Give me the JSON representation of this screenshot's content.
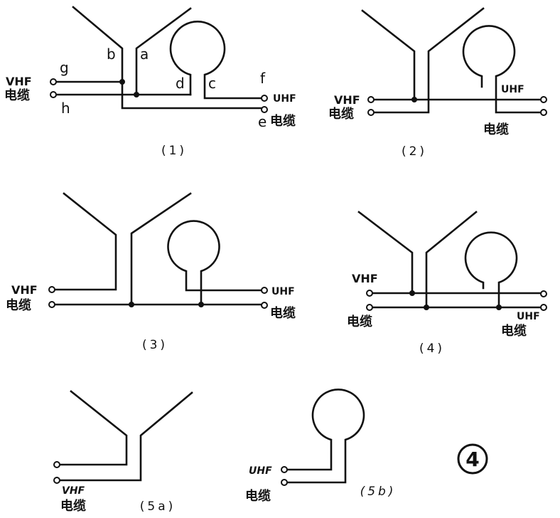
{
  "colors": {
    "ink": "#111111",
    "background": "#ffffff"
  },
  "figure_number": "4",
  "diagram_1": {
    "caption": "(1)",
    "vhf": "VHF",
    "cable_left": "电缆",
    "uhf": "UHF",
    "cable_right": "电缆",
    "labels": {
      "a": "a",
      "b": "b",
      "c": "c",
      "d": "d",
      "e": "e",
      "f": "f",
      "g": "g",
      "h": "h"
    }
  },
  "diagram_2": {
    "caption": "(2)",
    "vhf": "VHF",
    "cable_left": "电缆",
    "uhf": "UHF",
    "cable_right": "电缆"
  },
  "diagram_3": {
    "caption": "(3)",
    "vhf": "VHF",
    "cable_left": "电缆",
    "uhf": "UHF",
    "cable_right": "电缆"
  },
  "diagram_4": {
    "caption": "(4)",
    "vhf": "VHF",
    "cable_left": "电缆",
    "uhf": "UHF",
    "cable_right": "电缆"
  },
  "diagram_5a": {
    "caption": "(5a)",
    "vhf": "VHF",
    "cable": "电缆"
  },
  "diagram_5b": {
    "caption": "(5b)",
    "uhf": "UHF",
    "cable": "电缆"
  }
}
